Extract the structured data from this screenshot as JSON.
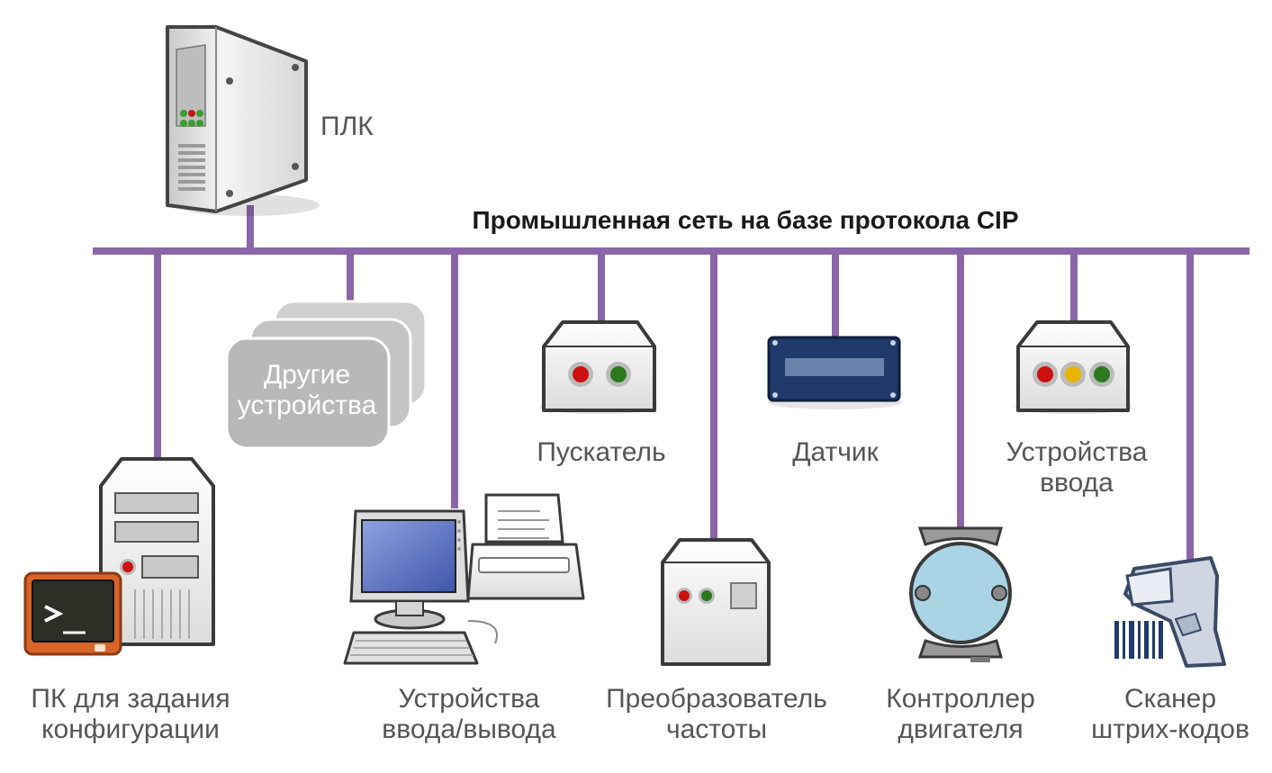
{
  "network": {
    "title": "Промышленная сеть на базе протокола CIP",
    "line_color": "#8a66a8"
  },
  "devices": {
    "plc": {
      "label": "ПЛК"
    },
    "other_devices": {
      "line1": "Другие",
      "line2": "устройства"
    },
    "starter": {
      "label": "Пускатель"
    },
    "sensor": {
      "label": "Датчик"
    },
    "input_devices": {
      "line1": "Устройства",
      "line2": "ввода"
    },
    "config_pc": {
      "line1": "ПК для задания",
      "line2": "конфигурации"
    },
    "io_devices": {
      "line1": "Устройства",
      "line2": "ввода/вывода"
    },
    "freq_converter": {
      "line1": "Преобразователь",
      "line2": "частоты"
    },
    "motor_controller": {
      "line1": "Контроллер",
      "line2": "двигателя"
    },
    "barcode_scanner": {
      "line1": "Сканер",
      "line2": "штрих-кодов"
    }
  },
  "colors": {
    "device_fill": "#e6e6e6",
    "device_stroke": "#3a3a3a",
    "led_red": "#cc1111",
    "led_green": "#2d7a1e",
    "led_yellow": "#e8b400",
    "sensor_blue": "#1f3a6b",
    "motor_blue": "#a8d4e4",
    "monitor_blue": "#5a72c0",
    "terminal_orange": "#d9642a"
  }
}
